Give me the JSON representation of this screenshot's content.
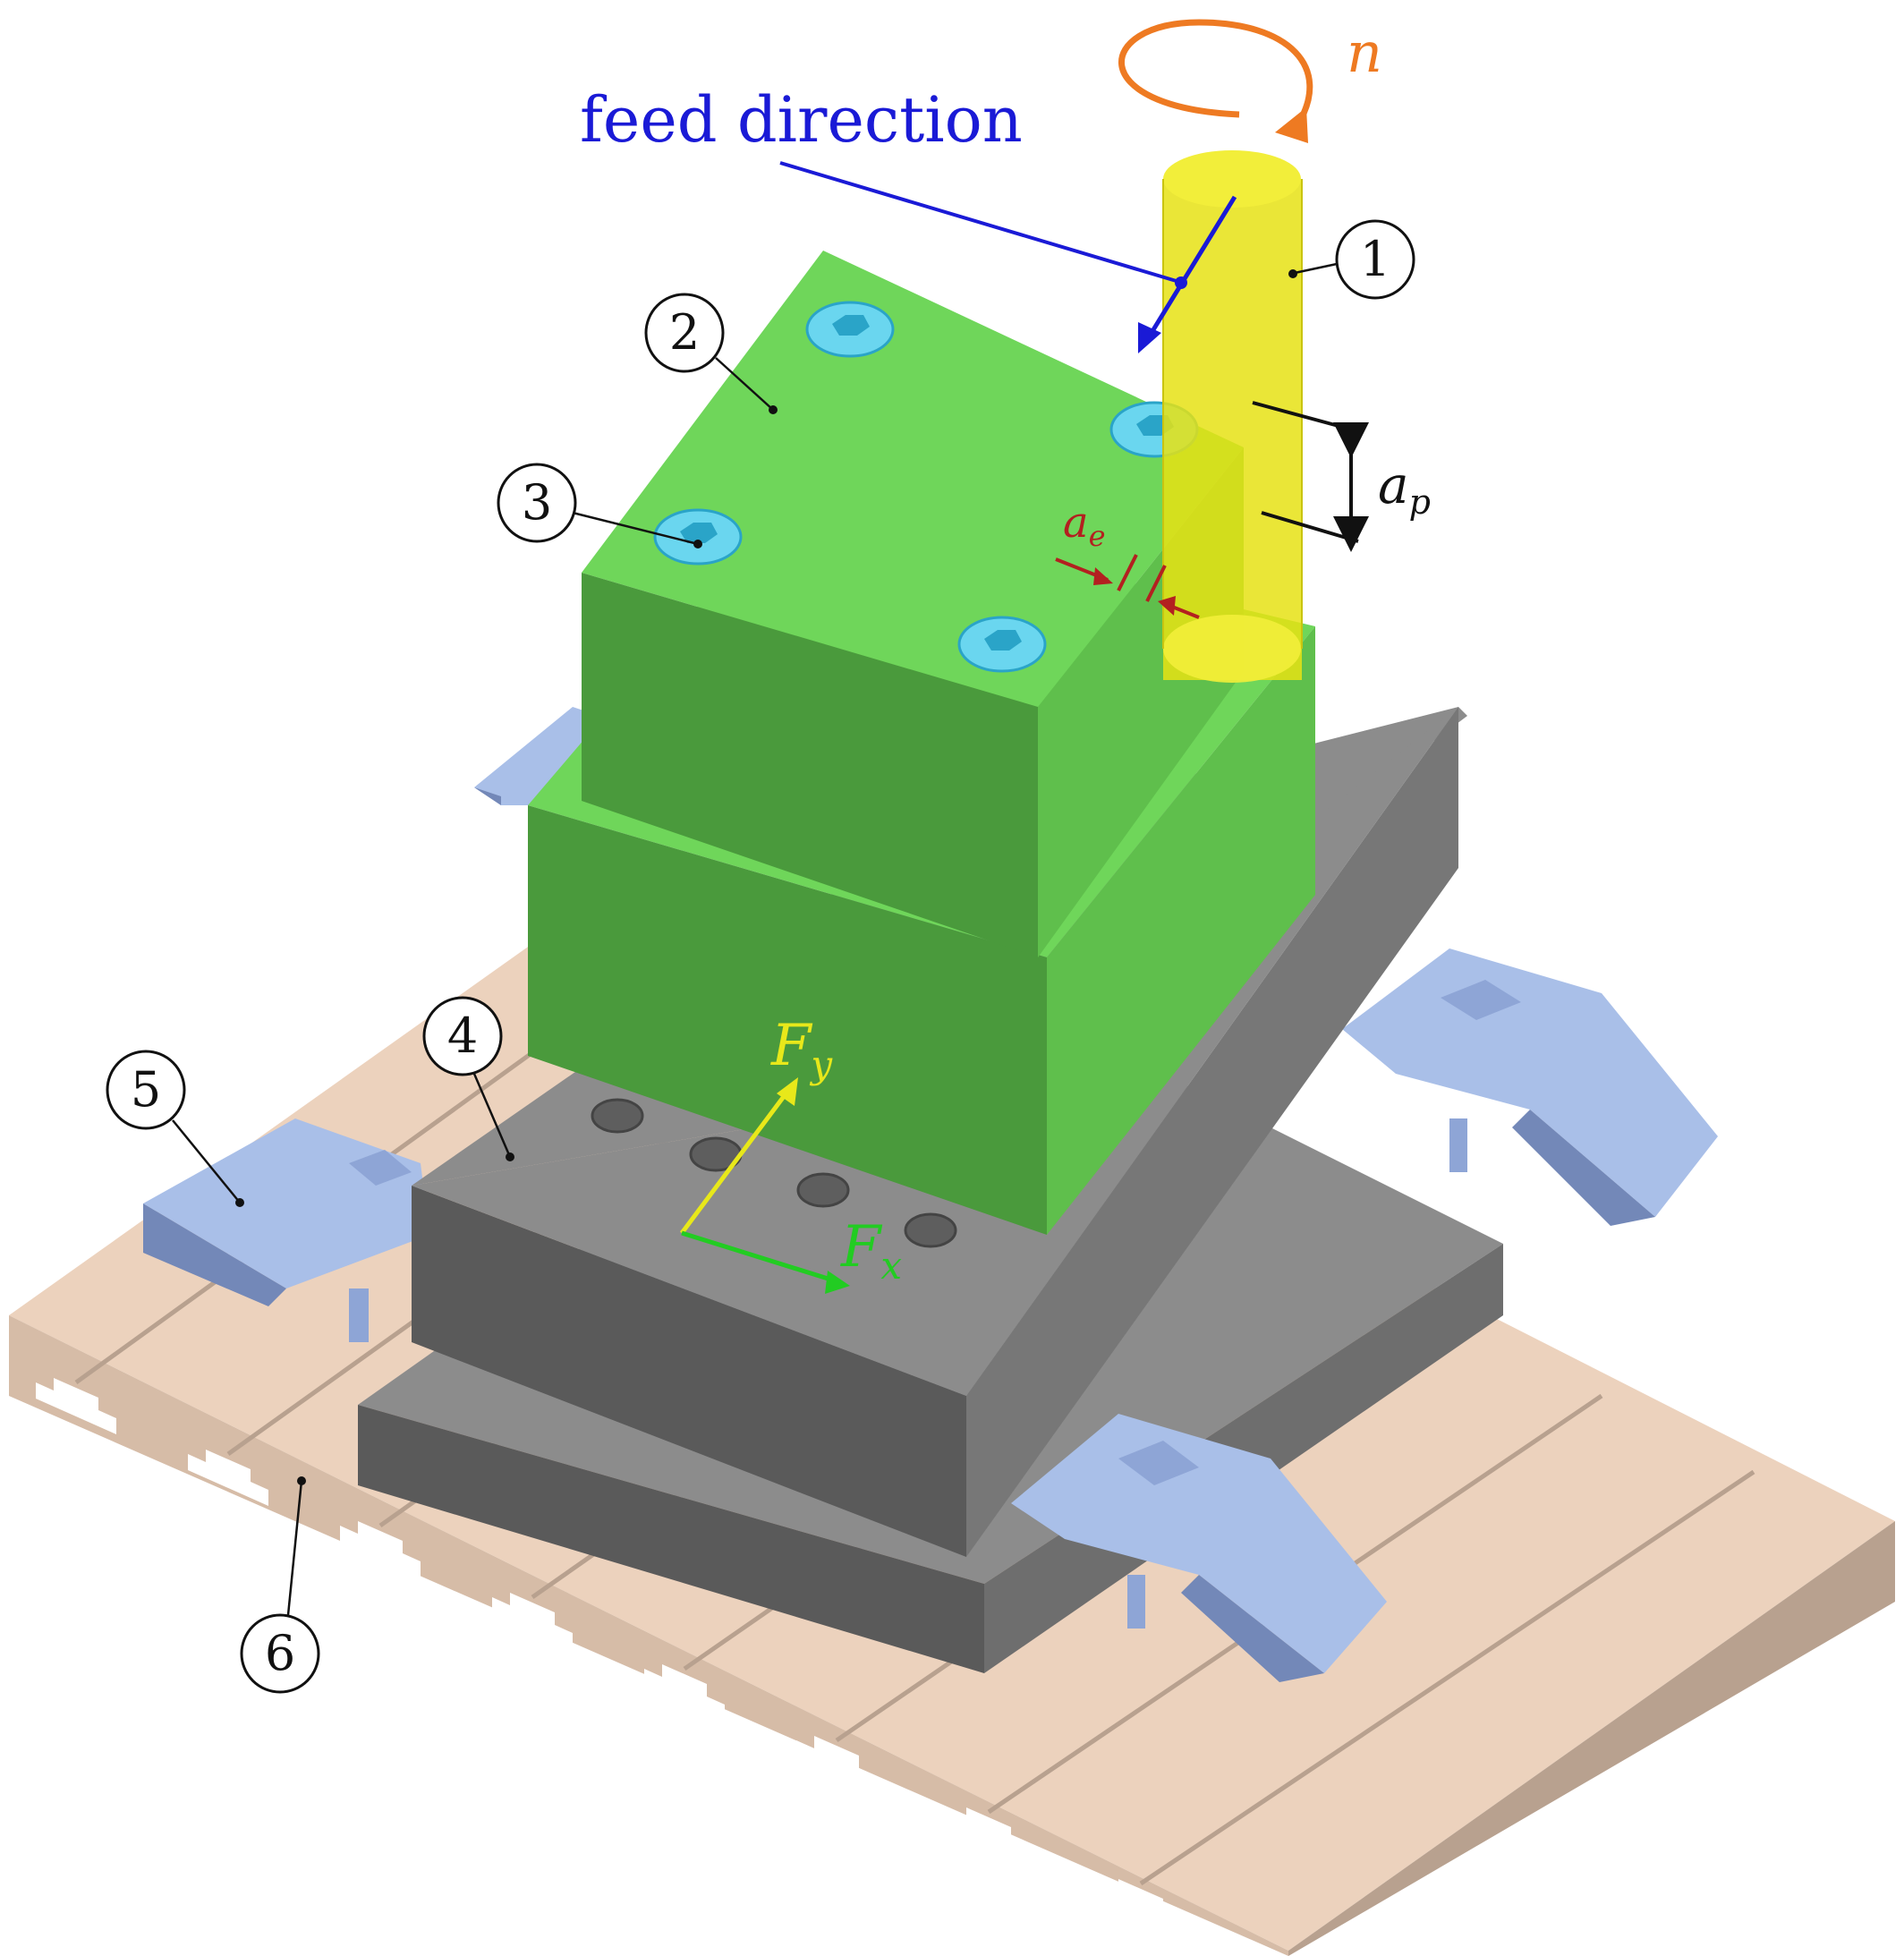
{
  "labels": {
    "feed_direction": "feed direction",
    "rotation": "n",
    "ap_base": "a",
    "ap_sub": "p",
    "ae_base": "a",
    "ae_sub": "e",
    "fy_base": "F",
    "fy_sub": "y",
    "fx_base": "F",
    "fx_sub": "x"
  },
  "callouts": [
    "1",
    "2",
    "3",
    "4",
    "5",
    "6"
  ],
  "colors": {
    "workpiece": "#5fbf4c",
    "workpiece_top": "#6fd65a",
    "workpiece_dark": "#4a9a3c",
    "tool": "#e6e214",
    "fixture": "#5a5a5a",
    "fixture_light": "#8c8c8c",
    "clamp": "#a9bfe8",
    "table": "#ecd2bd",
    "table_side": "#b8a18f",
    "feed": "#1a1ad6",
    "rotation": "#ee7a22",
    "force_y": "#e8e81a",
    "force_x": "#22cc22",
    "depth_ae": "#b32020"
  }
}
